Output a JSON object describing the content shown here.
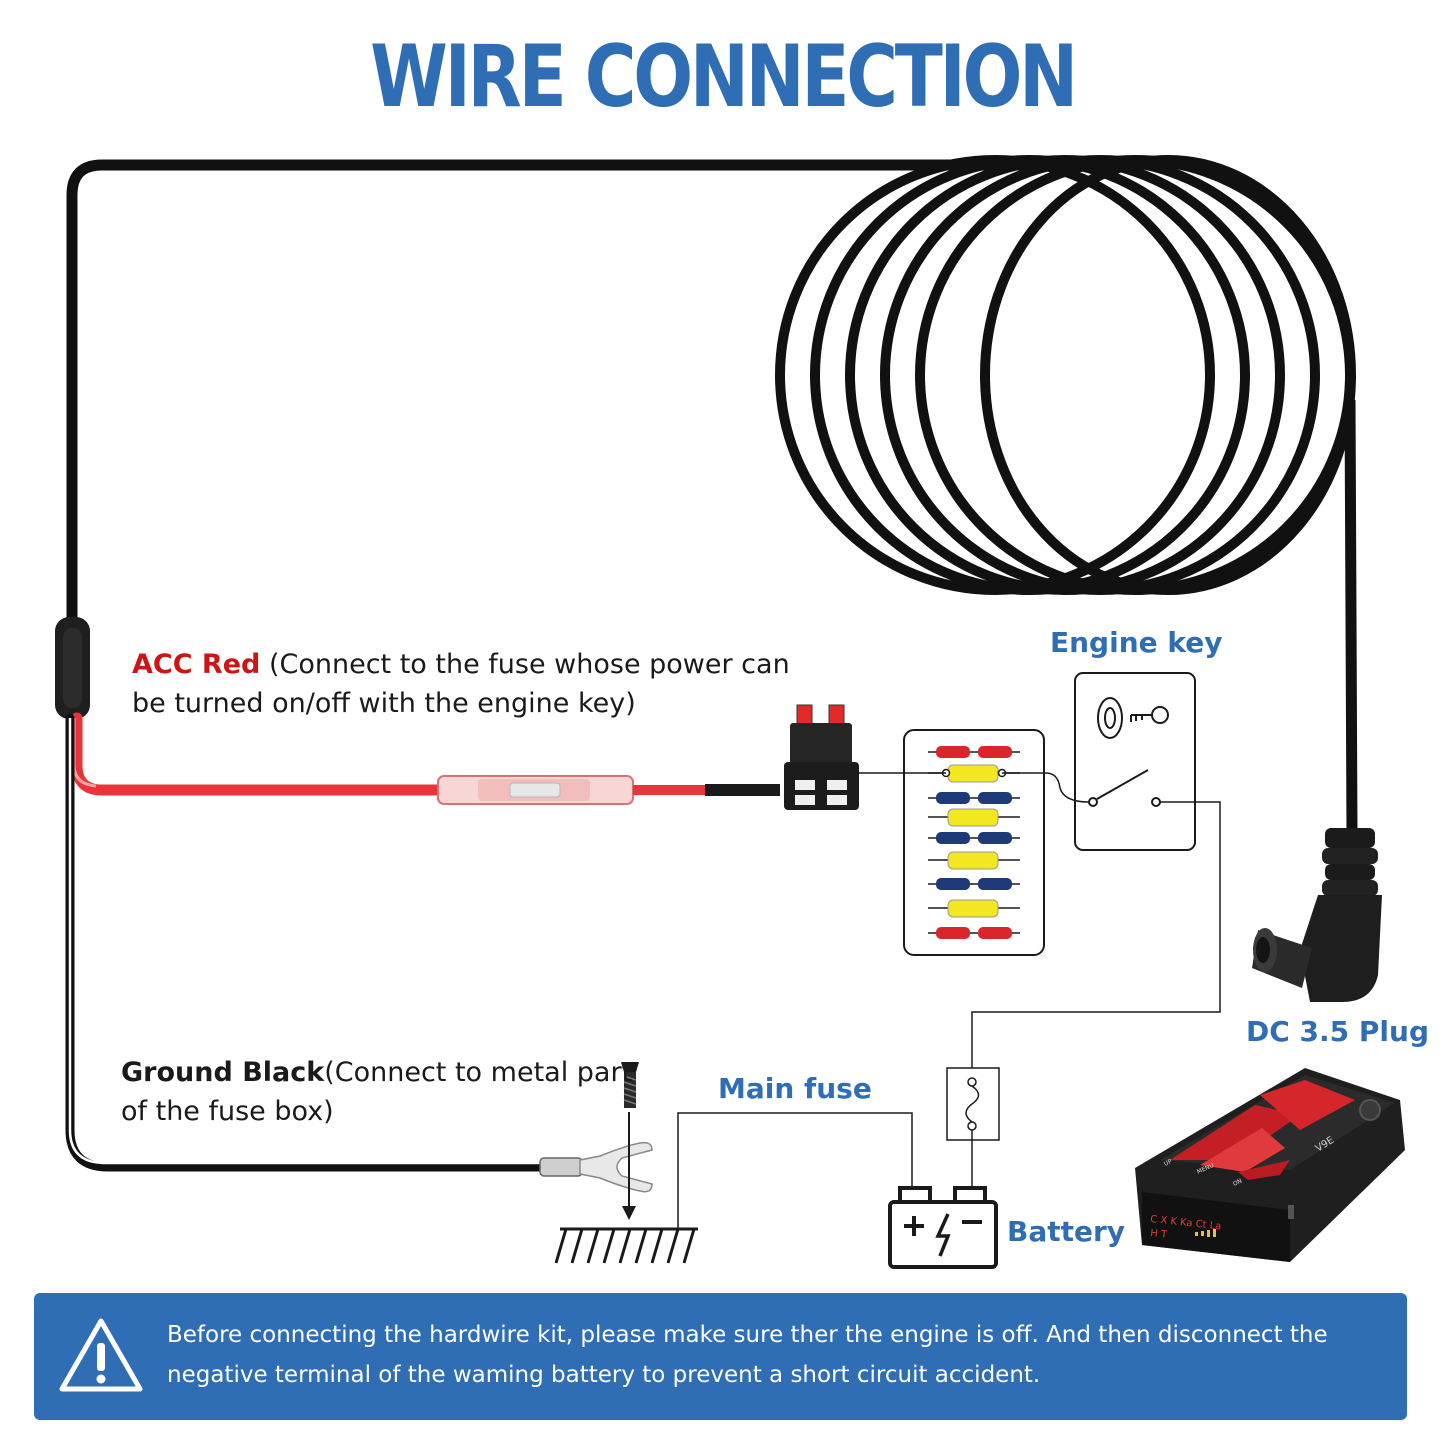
{
  "title": "WIRE CONNECTION",
  "labels": {
    "acc_key": "ACC Red",
    "acc_desc": "(Connect to the fuse whose power can be turned on/off with the engine key)",
    "ground_key": "Ground Black",
    "ground_desc": "(Connect to metal part of the fuse box)",
    "engine_key": "Engine key",
    "main_fuse": "Main fuse",
    "battery": "Battery",
    "dc_plug": "DC 3.5 Plug"
  },
  "warning": {
    "text": "Before connecting the hardwire kit, please make sure ther the engine is off. And then disconnect the negative terminal of the waming battery to prevent a short circuit accident.",
    "icon": "warning-triangle-icon"
  },
  "device": {
    "screen_text_line1": "C X K Ka Ct La",
    "screen_text_line2": "H T",
    "brand_text": "V9E",
    "button_menu": "MENU",
    "button_on": "ON",
    "button_up": "UP"
  },
  "colors": {
    "accent_blue": "#2f6db5",
    "acc_red": "#cc1616",
    "wire_black": "#111111",
    "wire_red": "#e8343b",
    "fuse_red": "#d8262a",
    "fuse_yellow": "#f3e81f",
    "fuse_navy": "#1e3a78"
  }
}
